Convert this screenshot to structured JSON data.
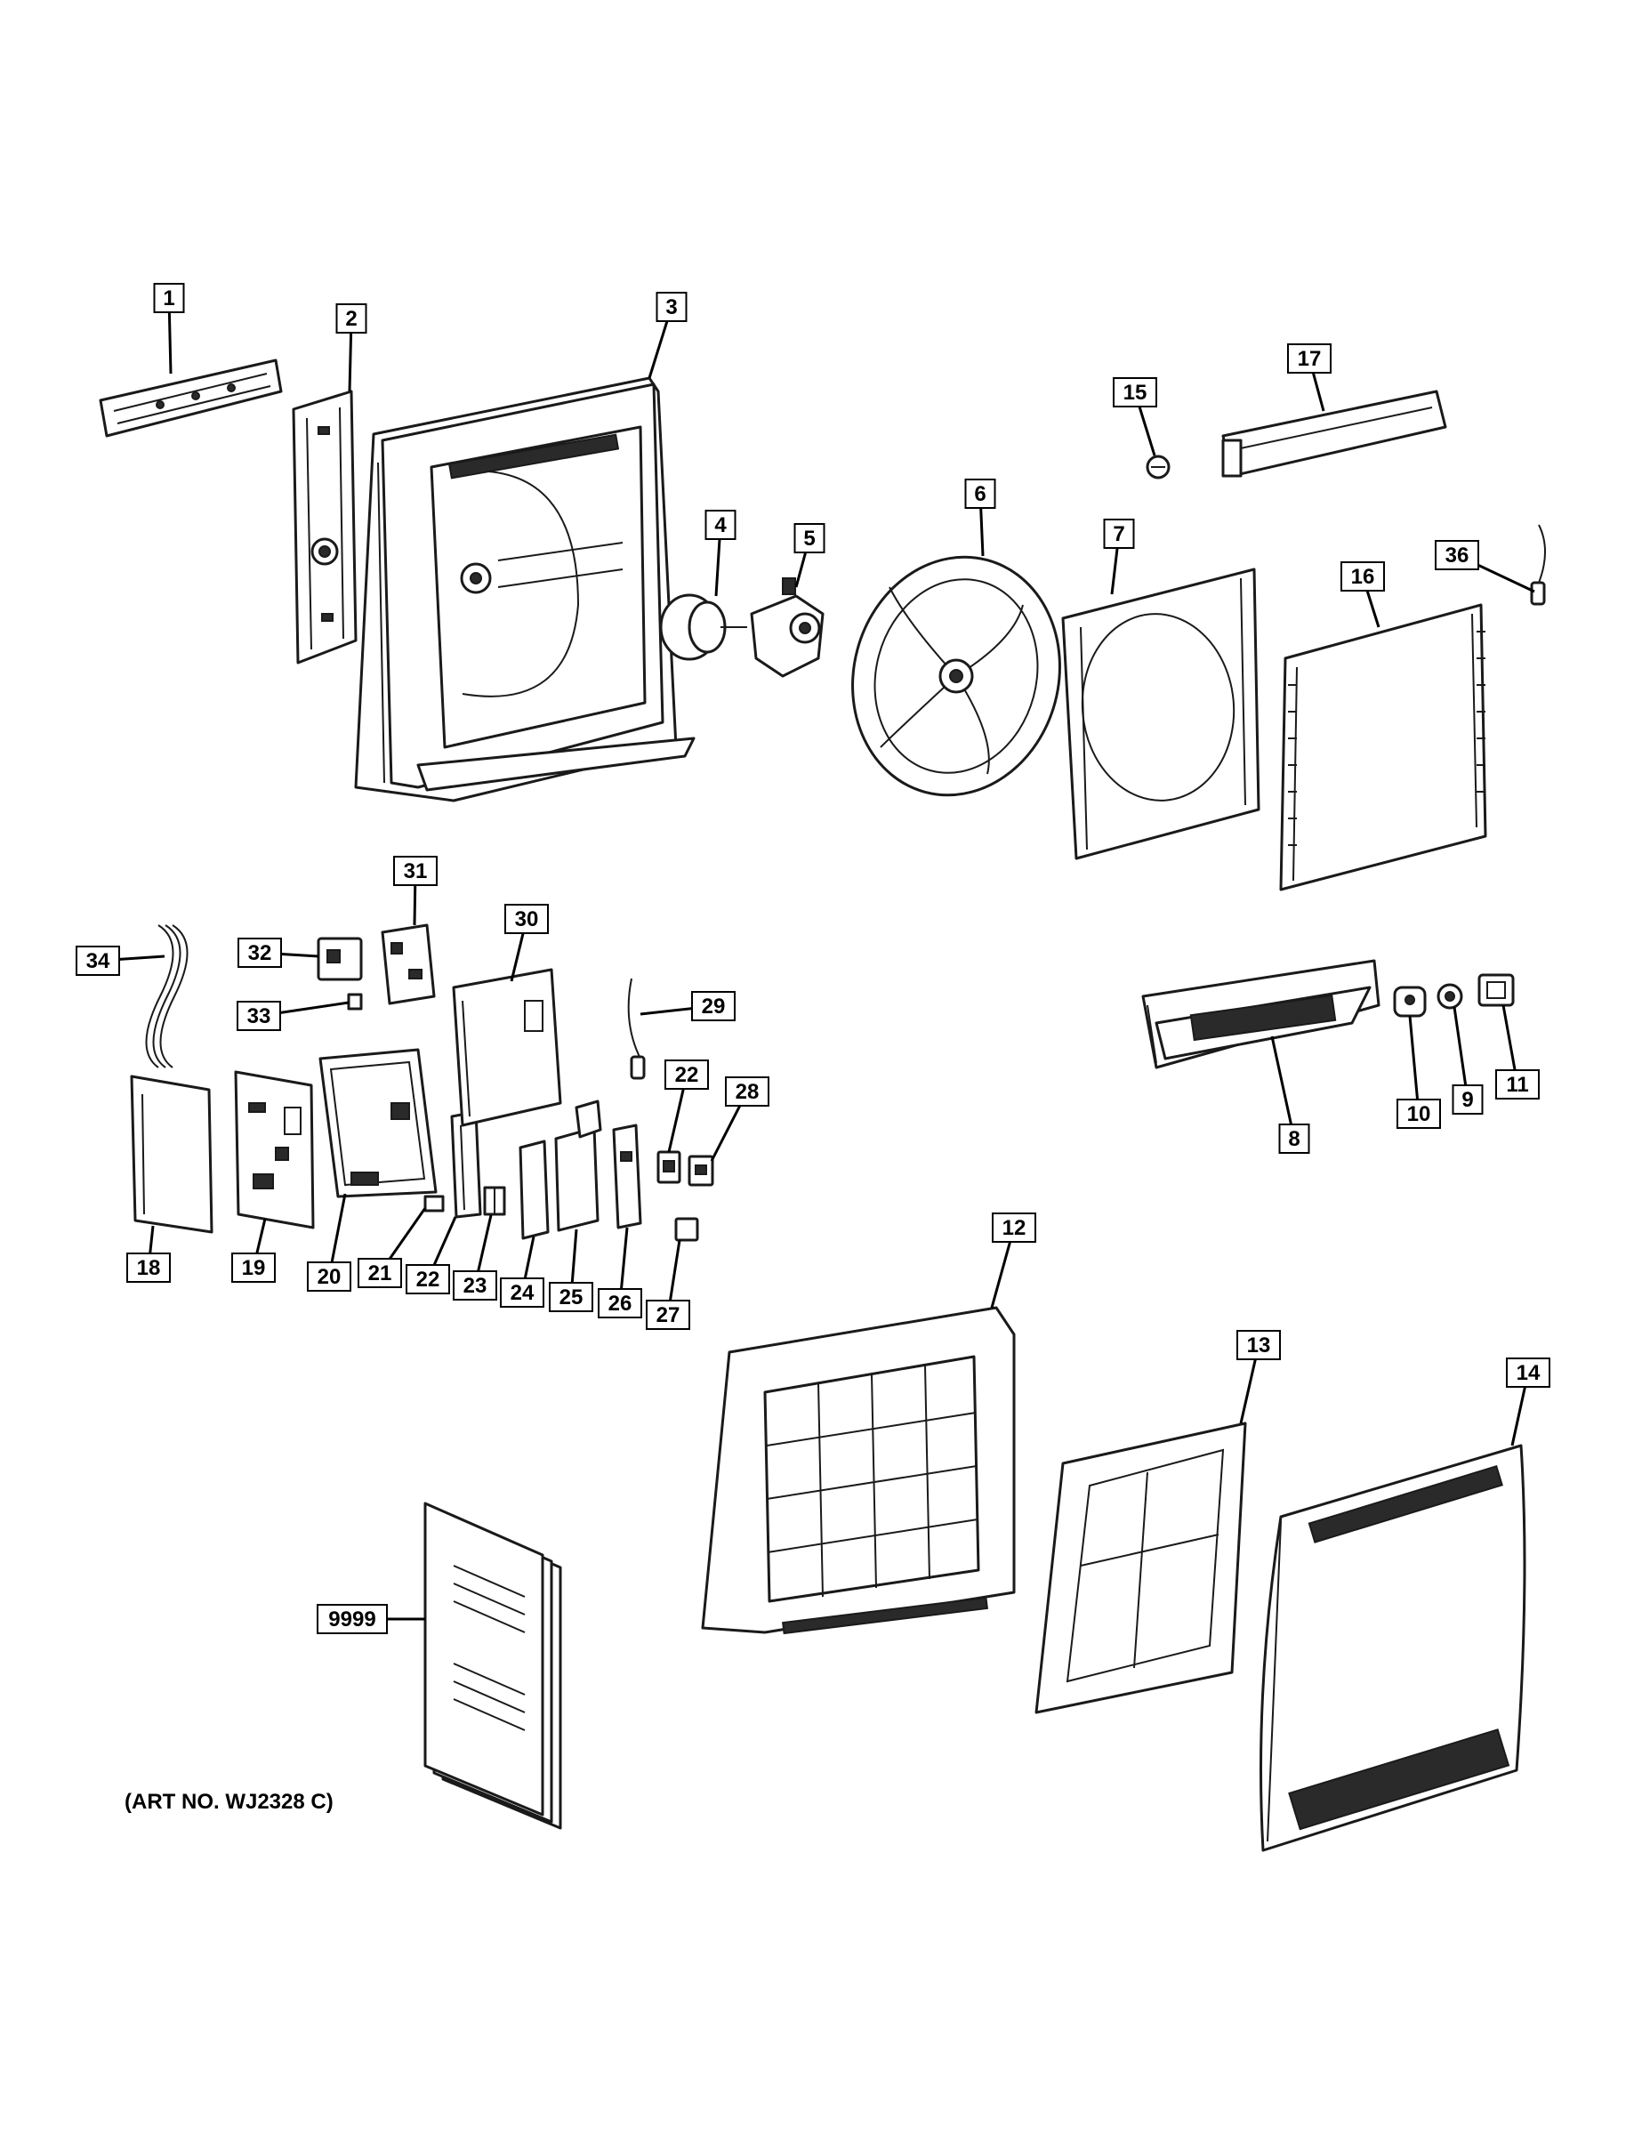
{
  "diagram": {
    "art_number": "(ART NO. WJ2328 C)",
    "parts": [
      {
        "id": "p1",
        "label": "1",
        "shape": "mounting-plate"
      },
      {
        "id": "p2",
        "label": "2",
        "shape": "bracket"
      },
      {
        "id": "p3",
        "label": "3",
        "shape": "chassis-frame"
      },
      {
        "id": "p4",
        "label": "4",
        "shape": "fan-motor"
      },
      {
        "id": "p5",
        "label": "5",
        "shape": "motor-mount"
      },
      {
        "id": "p6",
        "label": "6",
        "shape": "blower-wheel"
      },
      {
        "id": "p7",
        "label": "7",
        "shape": "fan-shroud"
      },
      {
        "id": "p8",
        "label": "8",
        "shape": "louver-assembly"
      },
      {
        "id": "p9",
        "label": "9",
        "shape": "small-coupler"
      },
      {
        "id": "p10",
        "label": "10",
        "shape": "step-motor"
      },
      {
        "id": "p11",
        "label": "11",
        "shape": "motor-cover"
      },
      {
        "id": "p12",
        "label": "12",
        "shape": "front-frame"
      },
      {
        "id": "p13",
        "label": "13",
        "shape": "filter"
      },
      {
        "id": "p14",
        "label": "14",
        "shape": "front-panel"
      },
      {
        "id": "p15",
        "label": "15",
        "shape": "knob"
      },
      {
        "id": "p16",
        "label": "16",
        "shape": "evaporator-coil"
      },
      {
        "id": "p17",
        "label": "17",
        "shape": "top-louver"
      },
      {
        "id": "p18",
        "label": "18",
        "shape": "cover-plate"
      },
      {
        "id": "p19",
        "label": "19",
        "shape": "circuit-board"
      },
      {
        "id": "p20",
        "label": "20",
        "shape": "control-box"
      },
      {
        "id": "p21",
        "label": "21",
        "shape": "small-clip"
      },
      {
        "id": "p22a",
        "label": "22",
        "shape": "bracket-strip"
      },
      {
        "id": "p22b",
        "label": "22",
        "shape": "small-board"
      },
      {
        "id": "p23",
        "label": "23",
        "shape": "terminal-block"
      },
      {
        "id": "p24",
        "label": "24",
        "shape": "small-panel"
      },
      {
        "id": "p25",
        "label": "25",
        "shape": "housing"
      },
      {
        "id": "p26",
        "label": "26",
        "shape": "housing-narrow"
      },
      {
        "id": "p27",
        "label": "27",
        "shape": "small-board"
      },
      {
        "id": "p28",
        "label": "28",
        "shape": "small-board"
      },
      {
        "id": "p29",
        "label": "29",
        "shape": "sensor-wire"
      },
      {
        "id": "p30",
        "label": "30",
        "shape": "electrical-cover"
      },
      {
        "id": "p31",
        "label": "31",
        "shape": "relay"
      },
      {
        "id": "p32",
        "label": "32",
        "shape": "switch"
      },
      {
        "id": "p33",
        "label": "33",
        "shape": "connector"
      },
      {
        "id": "p34",
        "label": "34",
        "shape": "wire-harness"
      },
      {
        "id": "p36",
        "label": "36",
        "shape": "sensor-wire"
      },
      {
        "id": "p9999",
        "label": "9999",
        "shape": "manual"
      }
    ]
  }
}
